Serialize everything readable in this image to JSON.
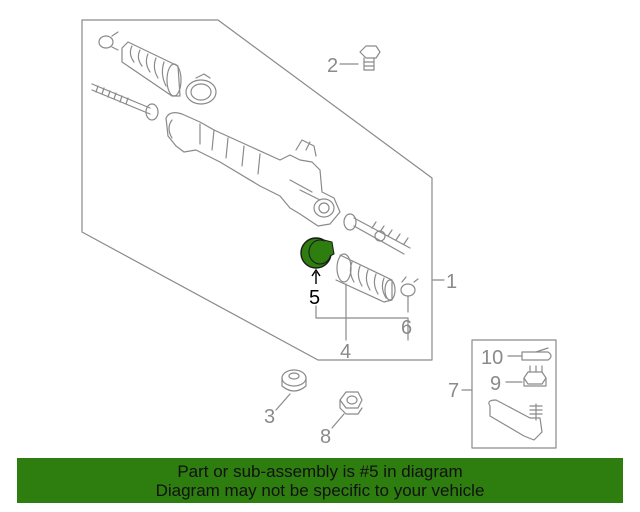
{
  "diagram": {
    "callouts": {
      "c1": "1",
      "c2": "2",
      "c3": "3",
      "c4": "4",
      "c5": "5",
      "c6": "6",
      "c7": "7",
      "c8": "8",
      "c9": "9",
      "c10": "10"
    },
    "highlighted_part": "5",
    "colors": {
      "highlight_fill": "#2e7d0f",
      "line": "#8a8a8a",
      "active_label": "#000000"
    }
  },
  "banner": {
    "line1": "Part or sub-assembly is #5 in diagram",
    "line2": "Diagram may not be specific to your vehicle",
    "background": "#2e7d0f"
  }
}
